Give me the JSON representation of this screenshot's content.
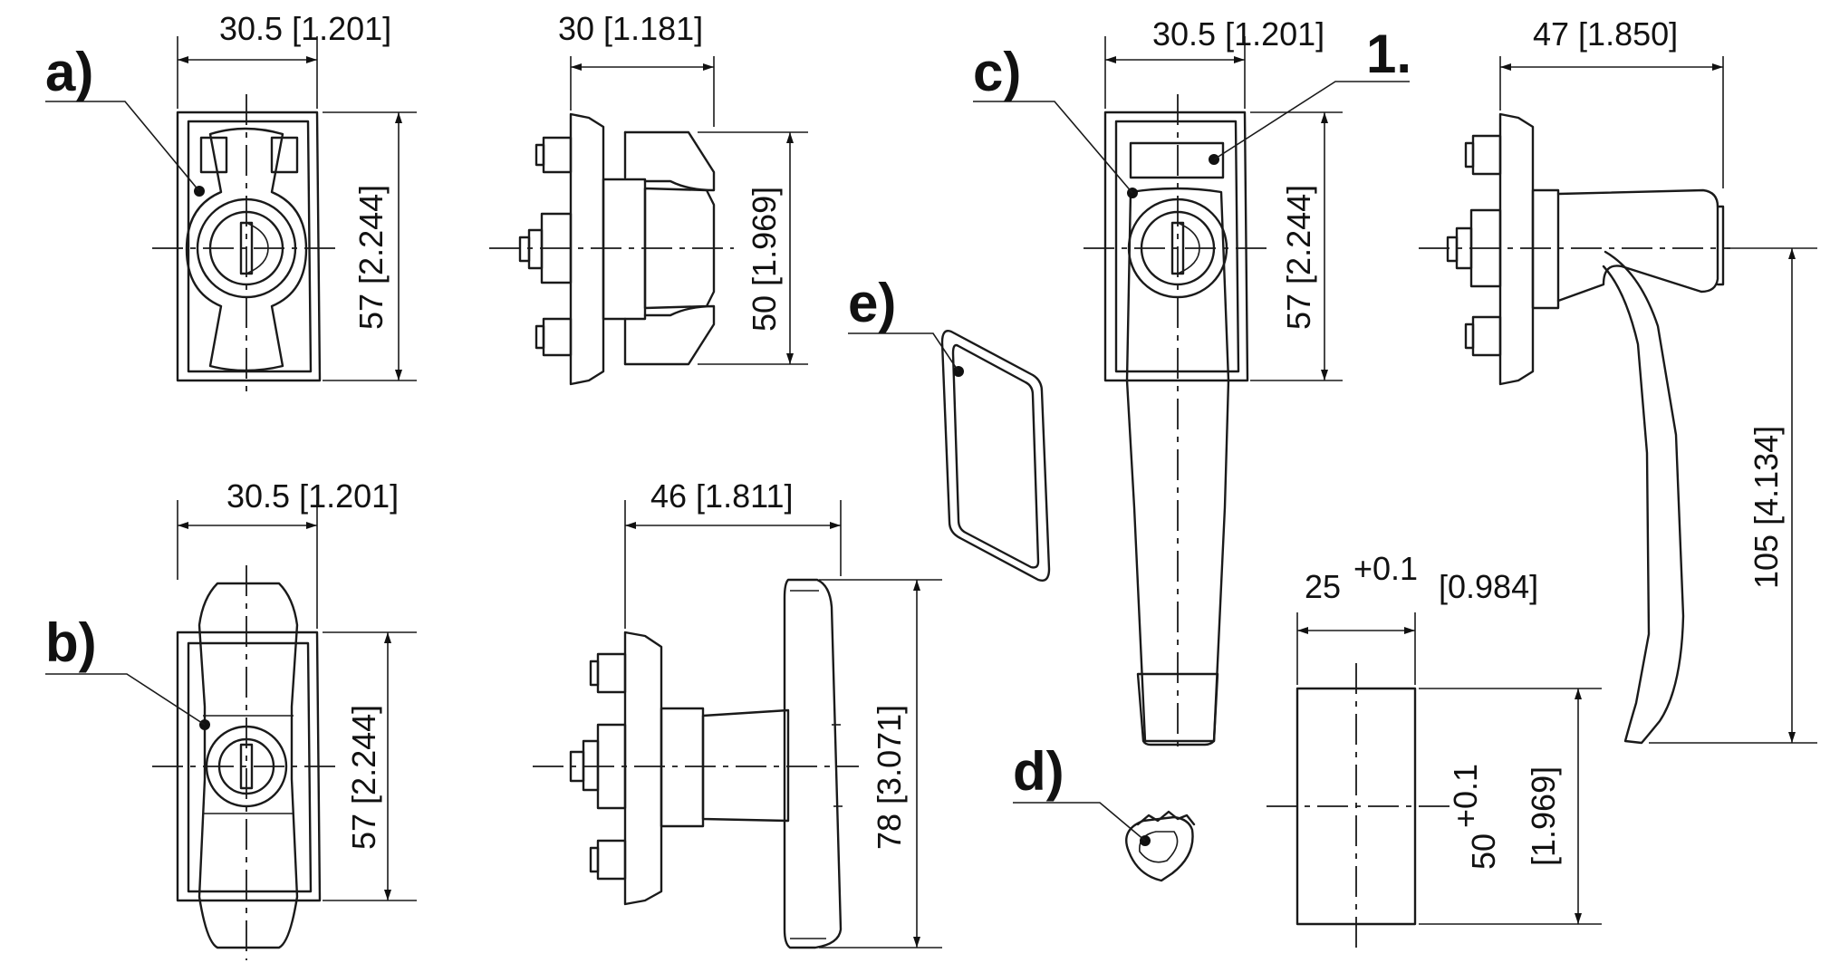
{
  "labels": {
    "a": "a)",
    "b": "b)",
    "c": "c)",
    "d": "d)",
    "e": "e)",
    "one": "1."
  },
  "dimensions": {
    "a_width": "30.5 [1.201]",
    "a_height": "57 [2.244]",
    "a_side_width": "30 [1.181]",
    "a_side_height": "50 [1.969]",
    "b_width": "30.5 [1.201]",
    "b_height": "57 [2.244]",
    "b_side_width": "46 [1.811]",
    "b_side_height": "78 [3.071]",
    "c_width": "30.5 [1.201]",
    "c_height": "57 [2.244]",
    "c_side_width": "47 [1.850]",
    "c_side_height": "105 [4.134]",
    "cutout_width_nominal": "25",
    "cutout_width_tol": "+0.1",
    "cutout_width_inch": "[0.984]",
    "cutout_height_nominal": "50",
    "cutout_height_tol": "+0.1",
    "cutout_height_inch": "[1.969]"
  }
}
